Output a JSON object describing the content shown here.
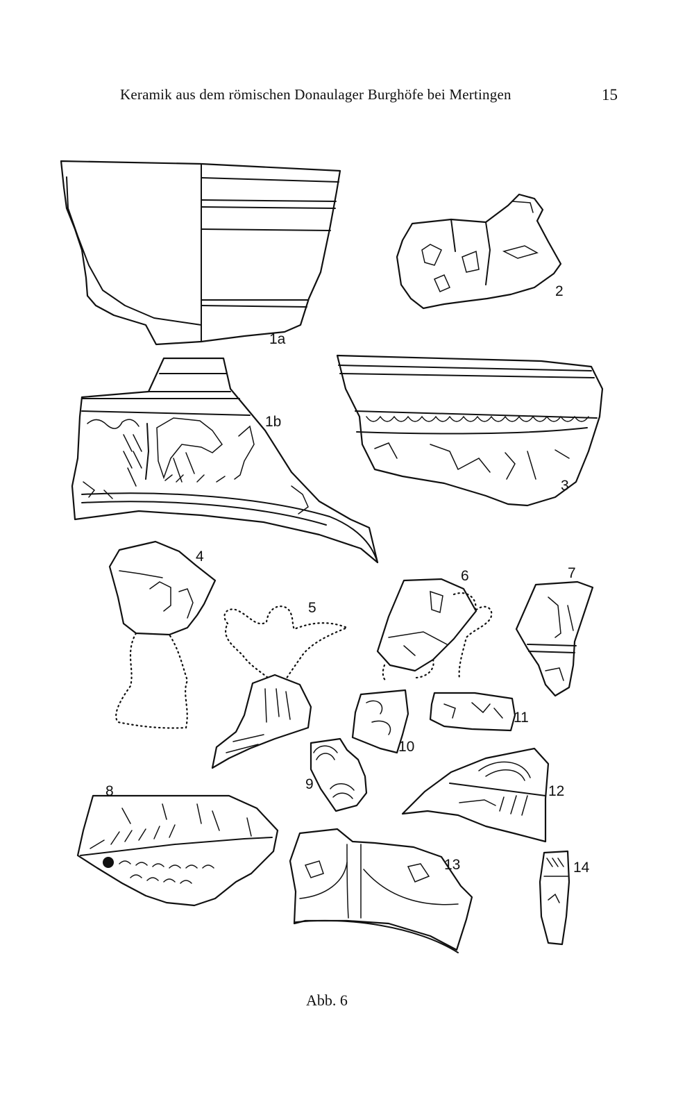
{
  "header": {
    "running_title": "Keramik aus dem römischen Donaulager Burghöfe bei Mertingen",
    "page_number": "15"
  },
  "figures": {
    "f1a": "1a",
    "f1b": "1b",
    "f2": "2",
    "f3": "3",
    "f4": "4",
    "f5": "5",
    "f6": "6",
    "f7": "7",
    "f8": "8",
    "f9": "9",
    "f10": "10",
    "f11": "11",
    "f12": "12",
    "f13": "13",
    "f14": "14"
  },
  "caption": "Abb. 6"
}
